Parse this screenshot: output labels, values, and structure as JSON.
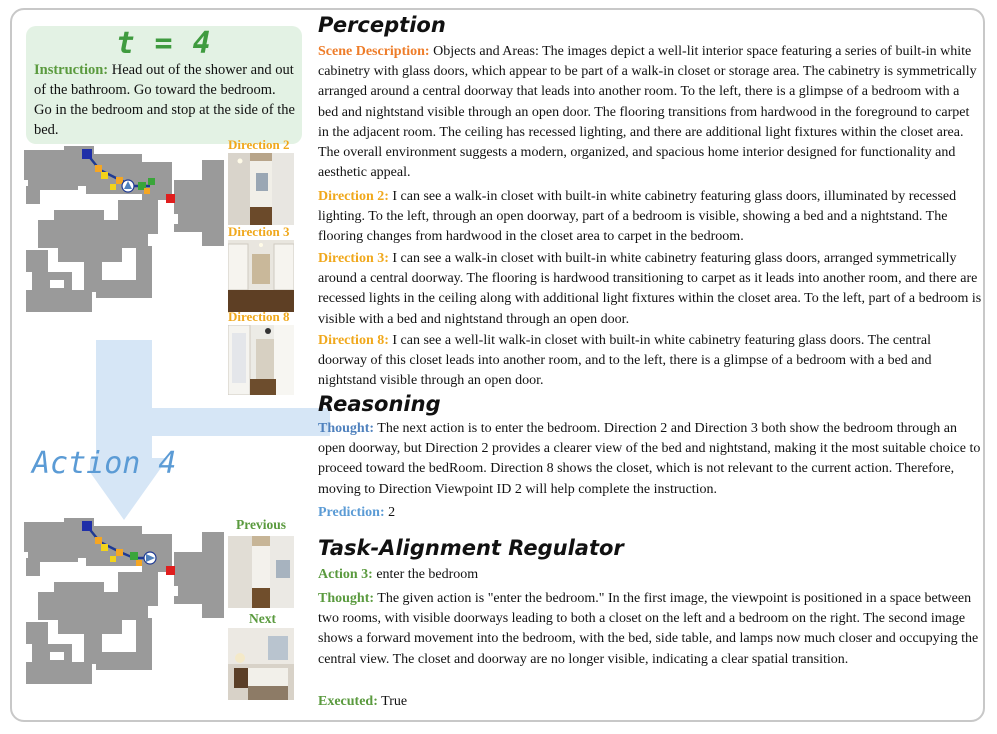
{
  "header": {
    "step": "t = 4",
    "instruction_label": "Instruction:",
    "instruction_text": "Head out of the shower and out of the bathroom.  Go toward the bedroom.  Go in the bedroom and stop at the side of the bed."
  },
  "directions": [
    {
      "label": "Direction 2"
    },
    {
      "label": "Direction 3"
    },
    {
      "label": "Direction 8"
    }
  ],
  "action_label": "Action 4",
  "previous_label": "Previous",
  "next_label": "Next",
  "colors": {
    "map_gray": "#9a9a9a",
    "path_blue": "#1f3a93",
    "start_blue": "#1f2fa8",
    "node_orange": "#f5a623",
    "node_yellow": "#f2d31b",
    "node_green": "#3aa53a",
    "goal_red": "#e01e1e",
    "arrow_fill": "#4f81bd",
    "arrow_big": "#d6e6f6"
  },
  "perception": {
    "title": "Perception",
    "scene_label": "Scene Description:",
    "scene_text": " Objects and Areas: The images depict a well-lit interior space featuring a series of built-in white cabinetry with glass doors, which appear to be part of a walk-in closet or storage area. The cabinetry is symmetrically arranged around a central doorway that leads into another room. To the left, there is a glimpse of a bedroom with a bed and nightstand visible through an open door. The flooring transitions from hardwood in the foreground to carpet in the adjacent room. The ceiling has recessed lighting, and there are additional light fixtures within the closet area. The overall environment suggests a modern, organized, and spacious home interior designed for functionality and aesthetic appeal.",
    "d2_label": "Direction 2:",
    "d2_text": " I can see a walk-in closet with built-in white cabinetry featuring glass doors, illuminated by recessed lighting. To the left, through an open doorway, part of a bedroom is visible, showing a bed and a nightstand. The flooring changes from hardwood in the closet area to carpet in the bedroom.",
    "d3_label": "Direction 3:",
    "d3_text": " I can see a walk-in closet with built-in white cabinetry featuring glass doors, arranged symmetrically around a central doorway. The flooring is hardwood transitioning to carpet as it leads into another room, and there are recessed lights in the ceiling along with additional light fixtures within the closet area. To the left, part of a bedroom is visible with a bed and nightstand through an open door.",
    "d8_label": "Direction 8:",
    "d8_text": " I can see a well-lit walk-in closet with built-in white cabinetry featuring glass doors. The central doorway of this closet leads into another room, and to the left, there is a glimpse of a bedroom with a bed and nightstand visible through an open door."
  },
  "reasoning": {
    "title": "Reasoning",
    "thought_label": "Thought:",
    "thought_text": " The next action is to enter the bedroom. Direction 2 and Direction 3 both show the bedroom through an open doorway, but Direction 2 provides a clearer view of the bed and nightstand, making it the most suitable choice to proceed toward the bedRoom. Direction 8 shows the closet, which is not relevant to the current action. Therefore, moving to Direction Viewpoint ID 2 will help complete the instruction.",
    "prediction_label": "Prediction:",
    "prediction_value": " 2"
  },
  "regulator": {
    "title": "Task-Alignment Regulator",
    "action_label": "Action 3:",
    "action_text": " enter the bedroom",
    "thought_label": "Thought:",
    "thought_text": " The given action is \"enter the bedroom.\" In the first image, the viewpoint is positioned in a space between two rooms, with visible doorways leading to both a closet on the left and a bedroom on the right. The second image shows a forward movement into the bedroom, with the bed, side table, and lamps now much closer and occupying the central view. The closet and doorway are no longer visible, indicating a clear spatial transition.",
    "executed_label": "Executed:",
    "executed_value": " True"
  }
}
